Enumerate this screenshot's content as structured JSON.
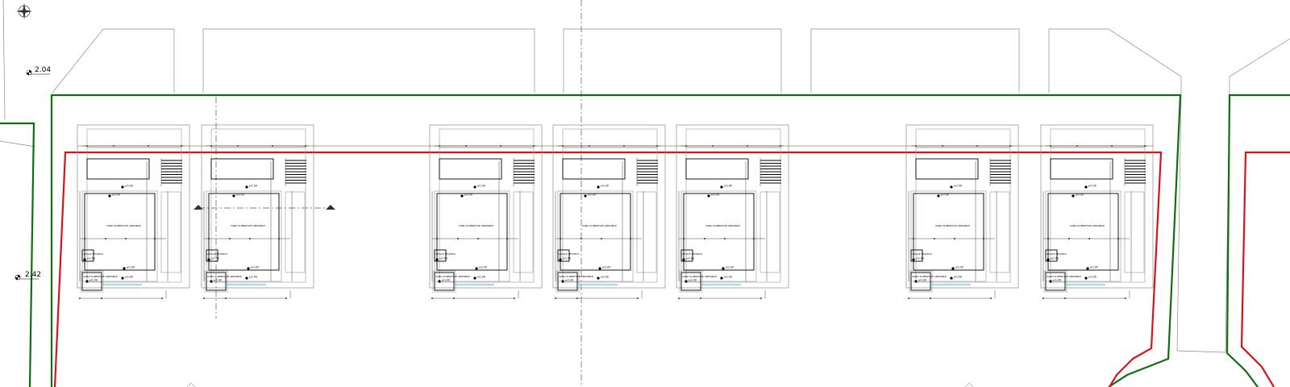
{
  "drawing": {
    "elevation_markers": [
      {
        "label": "2.04"
      },
      {
        "label": "2.42"
      }
    ],
    "room_label_main": "VANO SUPERFICIE ABITABILE",
    "room_label_service": "LOCALE TECNICO",
    "room_label_small": "VANO SUPERFICIE ABITABILE",
    "level_value": "±0.00",
    "colors": {
      "site_boundary": "#0f6e13",
      "setback_line": "#d4141d",
      "lot_lines": "#8a8a8a",
      "water_line": "#47b3c9"
    },
    "units": [
      {
        "id": "unit-1"
      },
      {
        "id": "unit-2"
      },
      {
        "id": "unit-3"
      },
      {
        "id": "unit-4"
      },
      {
        "id": "unit-5"
      },
      {
        "id": "unit-6"
      },
      {
        "id": "unit-7"
      }
    ]
  }
}
